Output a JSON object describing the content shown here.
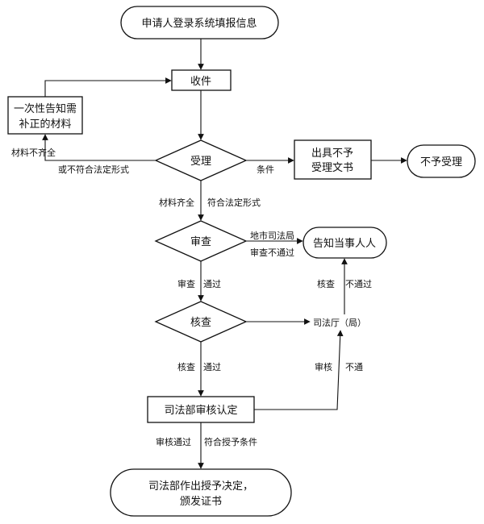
{
  "nodes": {
    "start": "申请人登录系统填报信息",
    "receive": "收件",
    "notify_line1": "一次性告知需",
    "notify_line2": "补正的材料",
    "accept": "受理",
    "reject_doc_line1": "出具不予",
    "reject_doc_line2": "受理文书",
    "not_accepted": "不予受理",
    "review": "审查",
    "inform": "告知当事人人",
    "verify": "核查",
    "dept": "司法厅（局）",
    "ministry": "司法部审核认定",
    "final_line1": "司法部作出授予决定，",
    "final_line2": "颁发证书"
  },
  "edges": {
    "incomplete": "材料不齐全",
    "or_nonconform": "或不符合法定形式",
    "condition": "条件",
    "complete": "材料齐全",
    "conform": "符合法定形式",
    "city_bureau": "地市司法局",
    "review_fail": "审查不通过",
    "review_pass_1": "审查",
    "review_pass_2": "通过",
    "check_fail_1": "核查",
    "check_fail_2": "不通过",
    "verify_pass_1": "核查",
    "verify_pass_2": "通过",
    "audit_fail_1": "审核",
    "audit_fail_2": "不通",
    "audit_pass": "审核通过",
    "grant_condition": "符合授予条件"
  }
}
